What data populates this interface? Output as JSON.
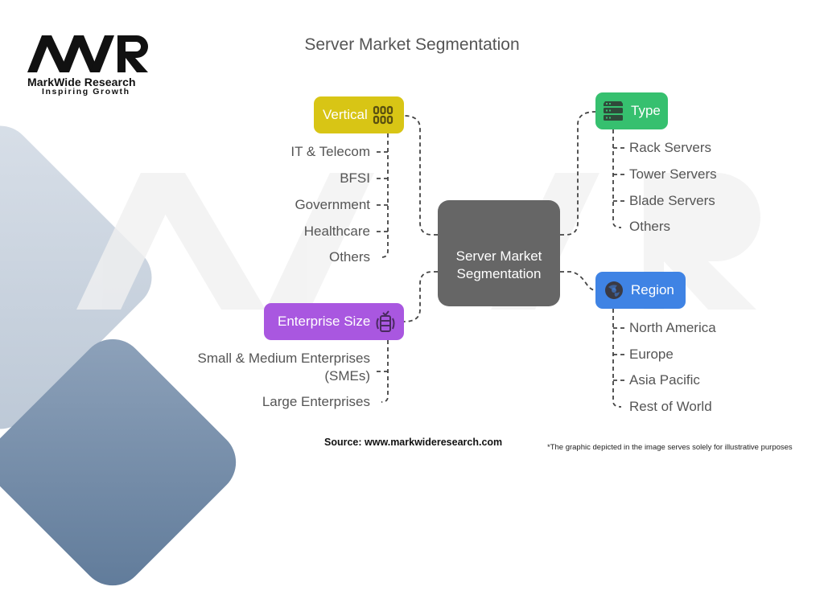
{
  "brand": {
    "name": "MarkWide Research",
    "tagline": "Inspiring Growth",
    "monogram": "MWR"
  },
  "title": "Server Market Segmentation",
  "center_node": {
    "line1": "Server Market",
    "line2": "Segmentation",
    "color": "#666666"
  },
  "segments": {
    "vertical": {
      "label": "Vertical",
      "icon": "grid-icon",
      "color": "#d8c515",
      "items": [
        "IT & Telecom",
        "BFSI",
        "Government",
        "Healthcare",
        "Others"
      ]
    },
    "type": {
      "label": "Type",
      "icon": "server-rack-icon",
      "color": "#36c06f",
      "items": [
        "Rack Servers",
        "Tower Servers",
        "Blade Servers",
        "Others"
      ]
    },
    "enterprise_size": {
      "label": "Enterprise Size",
      "icon": "database-icon",
      "color": "#a957e0",
      "items": [
        "Small & Medium Enterprises",
        "(SMEs)",
        "Large Enterprises"
      ]
    },
    "region": {
      "label": "Region",
      "icon": "globe-icon",
      "color": "#3f83e4",
      "items": [
        "North America",
        "Europe",
        "Asia Pacific",
        "Rest of World"
      ]
    }
  },
  "footer": {
    "source": "Source: www.markwideresearch.com",
    "disclaimer": "*The graphic depicted in the image serves solely for illustrative purposes"
  }
}
